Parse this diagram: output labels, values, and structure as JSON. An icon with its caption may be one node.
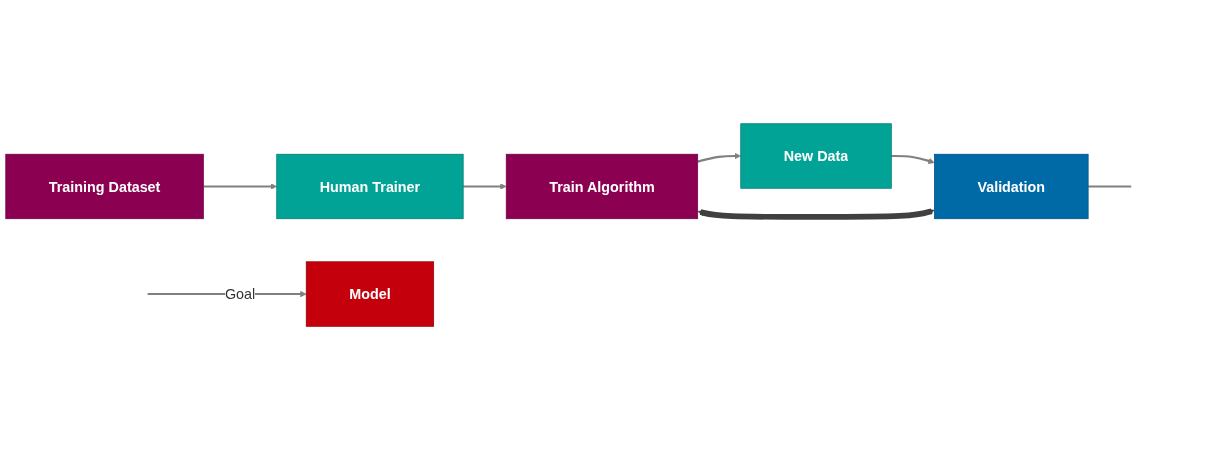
{
  "diagram": {
    "nodes": [
      {
        "text": [
          "Training Dataset"
        ]
      },
      {
        "text": [
          "Human Trainer"
        ]
      },
      {
        "text": [
          "Train Algorithm"
        ]
      },
      {
        "text": [
          "New Data"
        ]
      },
      {
        "text": [
          "Validation"
        ]
      },
      {
        "text": [
          "Model"
        ]
      }
    ],
    "edges": [
      {
        "from": 0,
        "to": 1,
        "arrow": "to"
      },
      {
        "from": 1,
        "to": 2,
        "arrow": "to"
      },
      {
        "from": 2,
        "to": 3,
        "arrow": "to"
      },
      {
        "from": 3,
        "to": 4,
        "arrow": "to"
      },
      {
        "from": 4,
        "to": null,
        "arrow": "none"
      },
      {
        "from": 2,
        "to": 4,
        "arrow": "both",
        "style": "thick",
        "color": "#404040"
      },
      {
        "from": null,
        "to": 5,
        "arrow": "to",
        "label": "Goal"
      }
    ]
  }
}
